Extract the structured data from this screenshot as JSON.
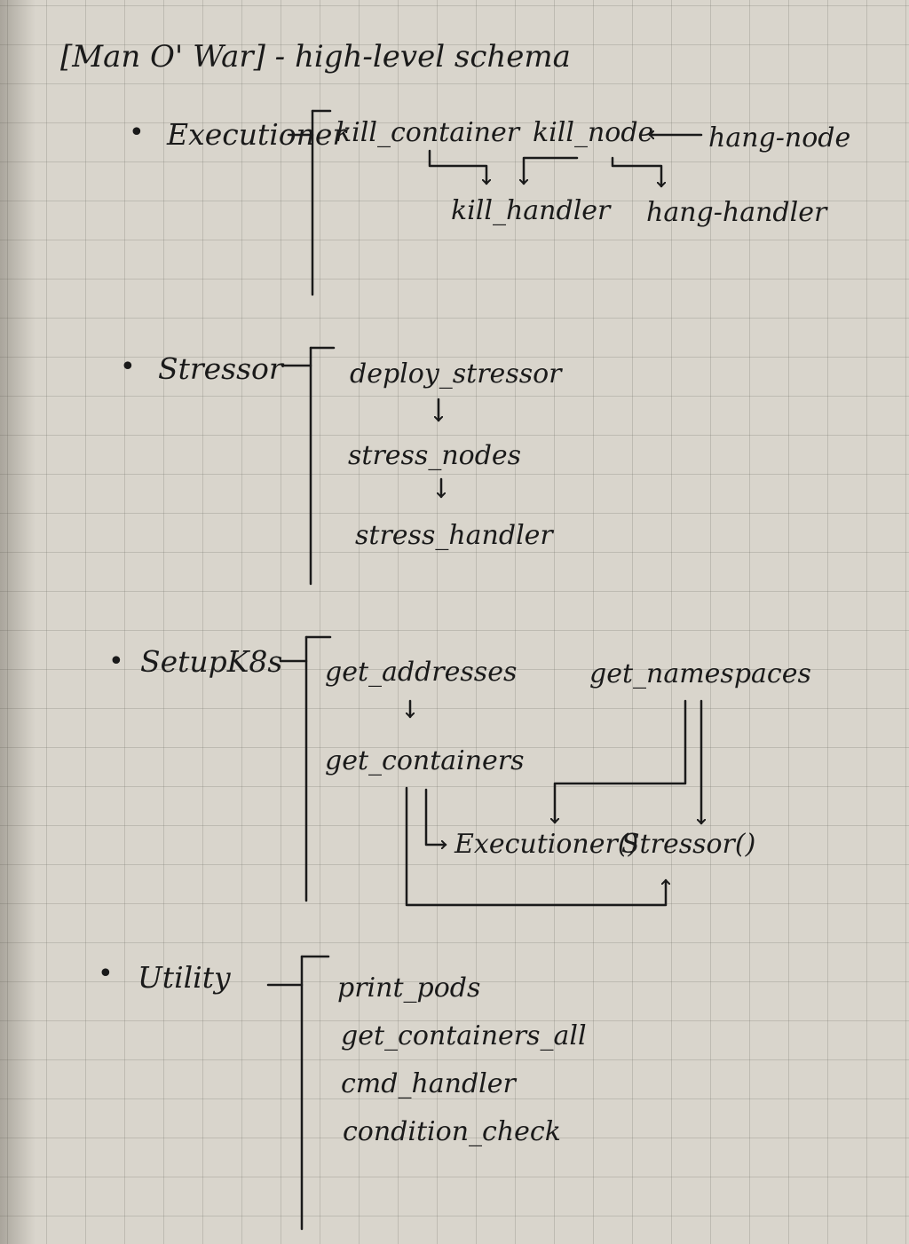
{
  "title": "[Man O' War] - high-level schema",
  "sections": {
    "executioner": {
      "label": "Executioner",
      "items": {
        "kill_container": "kill_container",
        "kill_node": "kill_node",
        "hang_node": "hang-node",
        "kill_handler": "kill_handler",
        "hang_handler": "hang-handler"
      }
    },
    "stressor": {
      "label": "Stressor",
      "items": [
        "deploy_stressor",
        "stress_nodes",
        "stress_handler"
      ]
    },
    "setupk8s": {
      "label": "SetupK8s",
      "items": {
        "get_addresses": "get_addresses",
        "get_namespaces": "get_namespaces",
        "get_containers": "get_containers",
        "executioner_call": "Executioner()",
        "stressor_call": "Stressor()"
      }
    },
    "utility": {
      "label": "Utility",
      "items": [
        "print_pods",
        "get_containers_all",
        "cmd_handler",
        "condition_check"
      ]
    }
  },
  "style": {
    "ink_color": "#1a1a1a",
    "paper_color": "#d9d5cc",
    "grid_color": "#8a877f"
  }
}
